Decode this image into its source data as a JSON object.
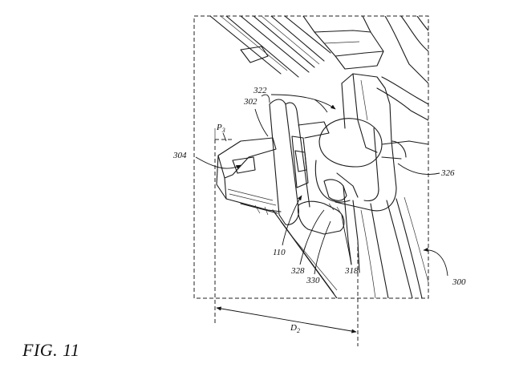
{
  "figure": {
    "caption": "FIG. 11"
  },
  "labels": {
    "r300": "300",
    "r302": "302",
    "r304": "304",
    "r110": "110",
    "r318": "318",
    "r322": "322",
    "r326": "326",
    "r328": "328",
    "r330": "330",
    "p3_base": "P",
    "p3_sub": "3",
    "d2_base": "D",
    "d2_sub": "2"
  }
}
